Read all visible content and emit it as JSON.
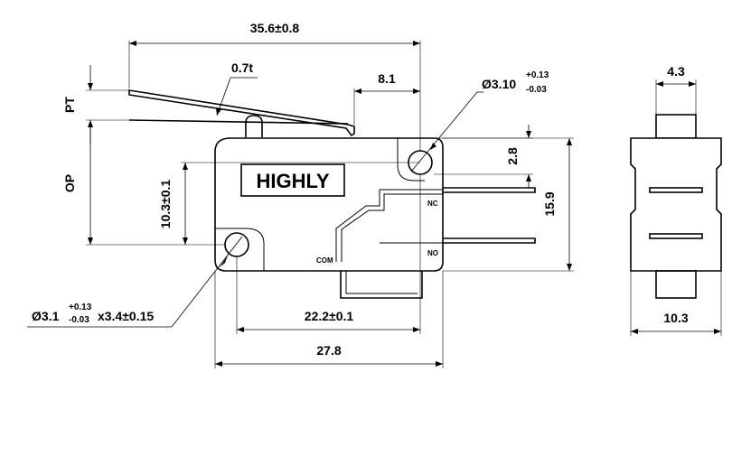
{
  "brand": "HIGHLY",
  "dimensions": {
    "overall_length": "35.6±0.8",
    "lever_thickness": "0.7t",
    "lever_offset": "8.1",
    "hole_diameter_top_main": "Ø3.10",
    "hole_diameter_top_tol_plus": "+0.13",
    "hole_diameter_top_tol_minus": "-0.03",
    "pt": "PT",
    "op": "OP",
    "body_height_inner": "10.3±0.1",
    "terminal_offset": "2.8",
    "body_height_total": "15.9",
    "hole_spacing": "22.2±0.1",
    "body_width": "27.8",
    "hole_bottom_main": "Ø3.1",
    "hole_bottom_tol_plus": "+0.13",
    "hole_bottom_tol_minus": "-0.03",
    "hole_bottom_extra": "x3.4±0.15",
    "side_top_width": "4.3",
    "side_width": "10.3"
  },
  "terminals": {
    "nc": "NC",
    "no": "NO",
    "com": "COM"
  }
}
